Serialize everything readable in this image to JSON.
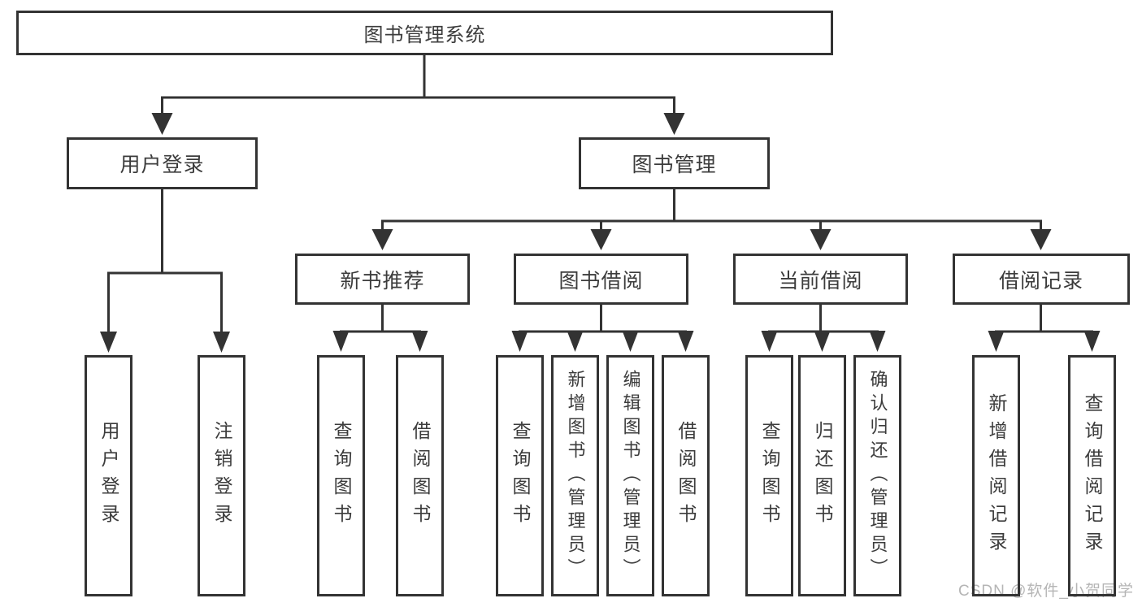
{
  "tree": {
    "root": {
      "label": "图书管理系统"
    },
    "branches": [
      {
        "label": "用户登录",
        "children": [
          {
            "label": "用户登录"
          },
          {
            "label": "注销登录"
          }
        ]
      },
      {
        "label": "图书管理",
        "children": [
          {
            "label": "新书推荐",
            "children": [
              {
                "label": "查询图书"
              },
              {
                "label": "借阅图书"
              }
            ]
          },
          {
            "label": "图书借阅",
            "children": [
              {
                "label": "查询图书"
              },
              {
                "label": "新增图书（管理员）"
              },
              {
                "label": "编辑图书（管理员）"
              },
              {
                "label": "借阅图书"
              }
            ]
          },
          {
            "label": "当前借阅",
            "children": [
              {
                "label": "查询图书"
              },
              {
                "label": "归还图书"
              },
              {
                "label": "确认归还（管理员）"
              }
            ]
          },
          {
            "label": "借阅记录",
            "children": [
              {
                "label": "新增借阅记录"
              },
              {
                "label": "查询借阅记录"
              }
            ]
          }
        ]
      }
    ]
  },
  "watermark": {
    "text": "CSDN @软件_小贺同学"
  },
  "colors": {
    "line": "#333333",
    "box_border": "#333333",
    "text": "#3c3c3c",
    "watermark": "#b5b5b5",
    "background": "#ffffff"
  }
}
